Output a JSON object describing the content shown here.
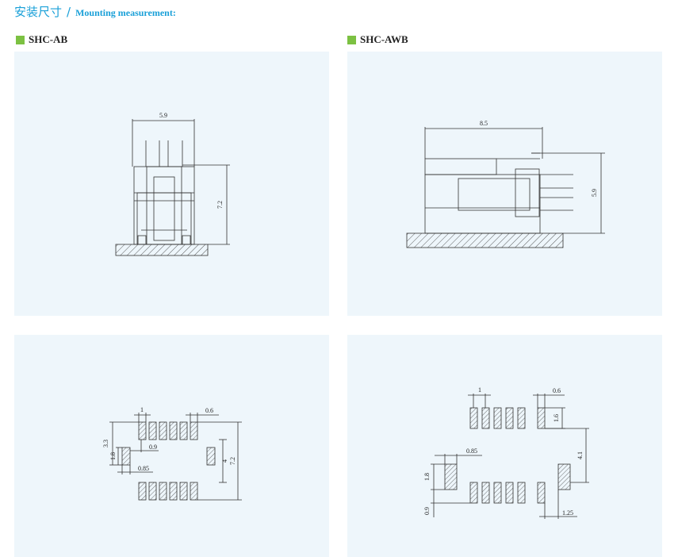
{
  "header": {
    "cn": "安装尺寸",
    "sep": "/",
    "en": "Mounting measurement:"
  },
  "models": [
    {
      "label": "SHC-AB"
    },
    {
      "label": "SHC-AWB"
    }
  ],
  "dims": {
    "ab_side": {
      "width": "5.9",
      "height": "7.2"
    },
    "awb_side": {
      "width": "8.5",
      "height": "5.9"
    },
    "ab_pcb": {
      "pitch": "1",
      "pad_w": "0.6",
      "span": "3.3",
      "peg_h": "1.8",
      "gap": "0.9",
      "peg_w": "0.85",
      "inner": "4",
      "outer": "7.2"
    },
    "awb_pcb": {
      "pitch": "1",
      "pad_w": "0.6",
      "pad_h": "1.6",
      "peg_w": "0.85",
      "span": "4.1",
      "peg_h": "1.8",
      "gap": "0.9",
      "offset": "1.25"
    }
  },
  "colors": {
    "accent": "#1aa0d8",
    "green_square": "#7cc142",
    "panel_bg": "#eef6fb",
    "line": "#333333"
  }
}
